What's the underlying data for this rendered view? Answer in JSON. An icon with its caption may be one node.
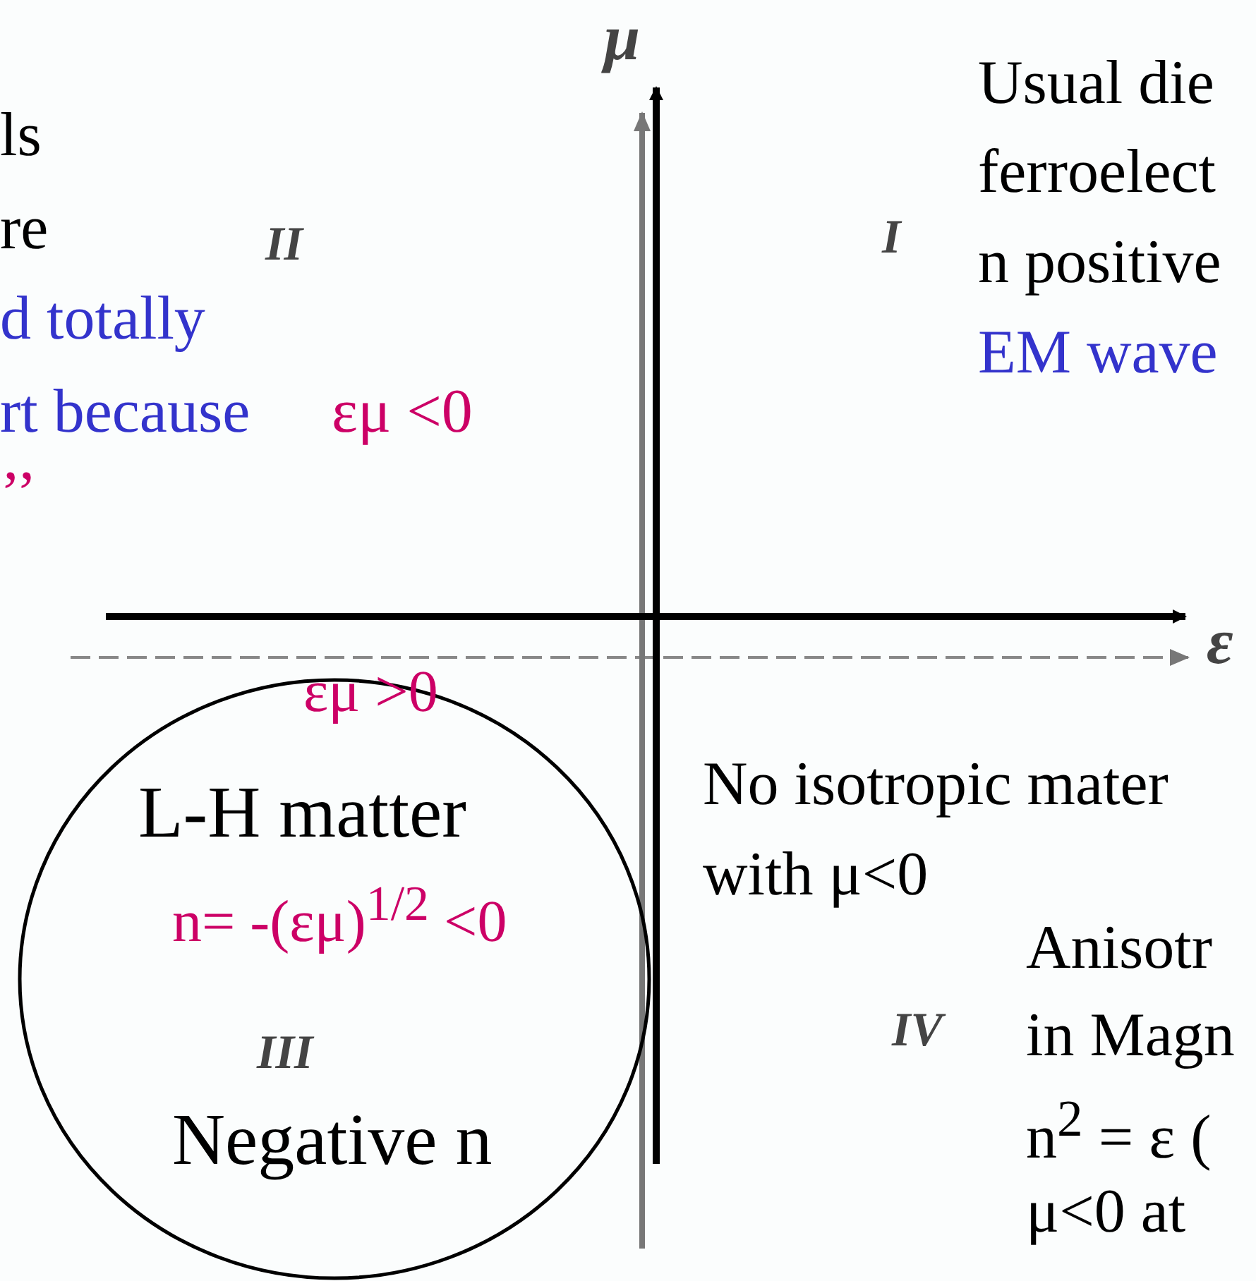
{
  "diagram": {
    "nodes": [
      {
        "text": [
          "εμ >0",
          "L-H matter",
          "n= -(εμ)$^{1/2}$ <0",
          "III",
          "Negative n"
        ]
      }
    ],
    "labels": [
      "ls",
      "re",
      "d totally",
      "rt because",
      "εμ <0",
      "’’",
      "II",
      "μ",
      "Usual die",
      "ferroelect",
      "n positive",
      "EM wave",
      "I",
      "ε",
      "No isotropic mater",
      "with μ<0",
      "Anisotr",
      "in Magn",
      "n$^{2}$ = ε (",
      "μ<0 at",
      "IV"
    ]
  }
}
